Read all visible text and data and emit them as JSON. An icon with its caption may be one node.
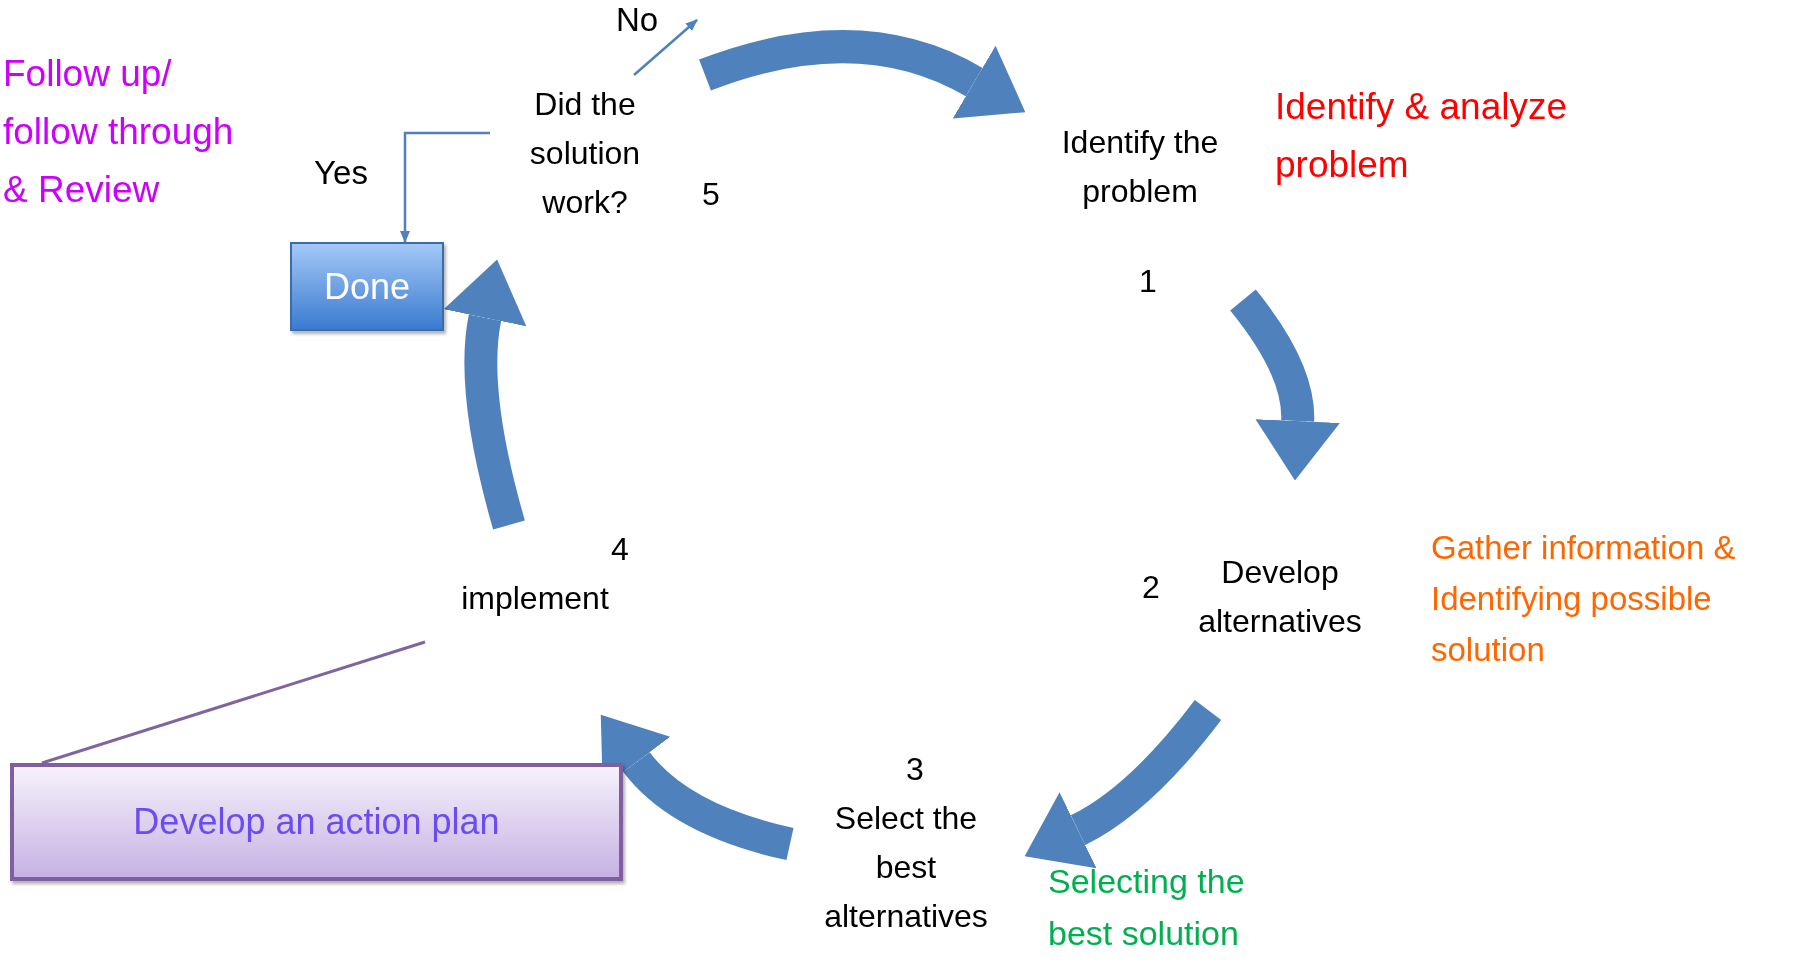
{
  "diagram": {
    "nodes": [
      {
        "text": [
          "Identify the problem"
        ],
        "beside": [
          "1"
        ]
      },
      {
        "text": [
          "Develop alternatives"
        ],
        "beside": [
          "2"
        ]
      },
      {
        "text": [
          "Select the best alternatives"
        ],
        "beside": [
          "3"
        ]
      },
      {
        "text": [
          "implement"
        ],
        "beside": [
          "4"
        ]
      },
      {
        "text": [
          "Did the solution work?"
        ],
        "beside": [
          "5"
        ]
      },
      {
        "text": [
          "Done"
        ]
      },
      {
        "text": [
          "Develop an action plan"
        ]
      }
    ],
    "edges": [
      {
        "from": 0,
        "to": 1,
        "arrow": "to"
      },
      {
        "from": 1,
        "to": 2,
        "arrow": "to"
      },
      {
        "from": 2,
        "to": 3,
        "arrow": "to"
      },
      {
        "from": 3,
        "to": 4,
        "arrow": "to"
      },
      {
        "from": 4,
        "to": 0,
        "arrow": "to"
      },
      {
        "from": 4,
        "to": null,
        "arrow": "to",
        "label": "No"
      },
      {
        "from": 4,
        "to": 5,
        "arrow": "to",
        "label": "Yes"
      },
      {
        "from": 3,
        "to": 6,
        "arrow": "none",
        "color": "#8064a2"
      }
    ],
    "labels": [
      "Follow up/ follow through & Review",
      "Identify & analyze problem",
      "Gather information & Identifying possible solution",
      "Selecting the best solution"
    ]
  }
}
